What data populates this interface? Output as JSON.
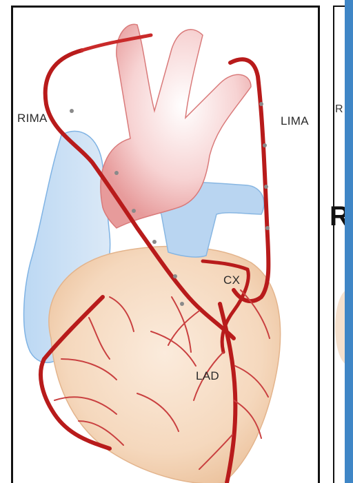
{
  "diagram": {
    "labels": {
      "rima": "RIMA",
      "lima": "LIMA",
      "cx": "CX",
      "lad": "LAD"
    }
  },
  "side_panel": {
    "label_small": "R",
    "label_big": "R"
  },
  "colors": {
    "artery": "#c81e1e",
    "vein": "#9cc6ec",
    "heart": "#f5dcc3",
    "frame": "#111111",
    "accent_blue": "#3f86c6"
  }
}
